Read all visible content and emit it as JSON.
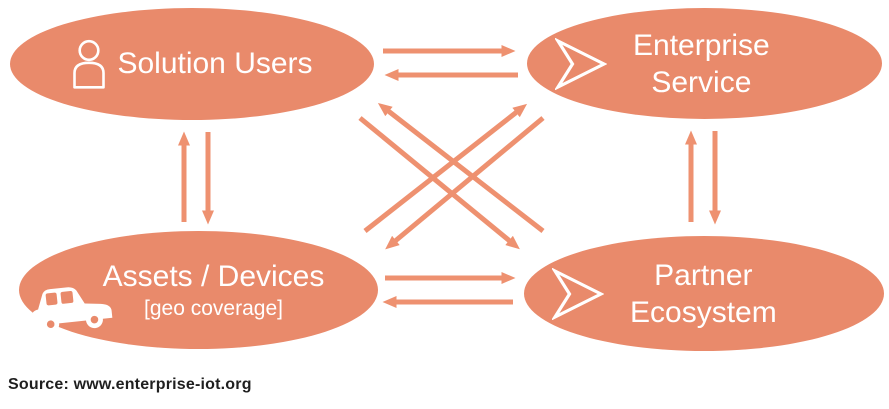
{
  "colors": {
    "node_fill": "#E98A6B",
    "arrow": "#EE9170",
    "node_text": "#FFFFFF",
    "source_text": "#1F1F1F",
    "background": "#FFFFFF"
  },
  "nodes": {
    "solution_users": {
      "label": "Solution Users",
      "icon": "person-icon"
    },
    "enterprise_service": {
      "label_line1": "Enterprise",
      "label_line2": "Service",
      "icon": "chevron-icon"
    },
    "assets_devices": {
      "label": "Assets / Devices",
      "sublabel": "[geo coverage]",
      "icon": "car-icon"
    },
    "partner_ecosystem": {
      "label_line1": "Partner",
      "label_line2": "Ecosystem",
      "icon": "chevron-icon"
    }
  },
  "connections": [
    {
      "from": "Solution Users",
      "to": "Enterprise Service",
      "bidirectional": true
    },
    {
      "from": "Solution Users",
      "to": "Assets / Devices",
      "bidirectional": true
    },
    {
      "from": "Enterprise Service",
      "to": "Partner Ecosystem",
      "bidirectional": true
    },
    {
      "from": "Assets / Devices",
      "to": "Partner Ecosystem",
      "bidirectional": true
    },
    {
      "from": "Assets / Devices",
      "to": "Enterprise Service",
      "bidirectional": true
    },
    {
      "from": "Solution Users",
      "to": "Partner Ecosystem",
      "bidirectional": true
    }
  ],
  "source": {
    "label": "Source: www.enterprise-iot.org"
  }
}
